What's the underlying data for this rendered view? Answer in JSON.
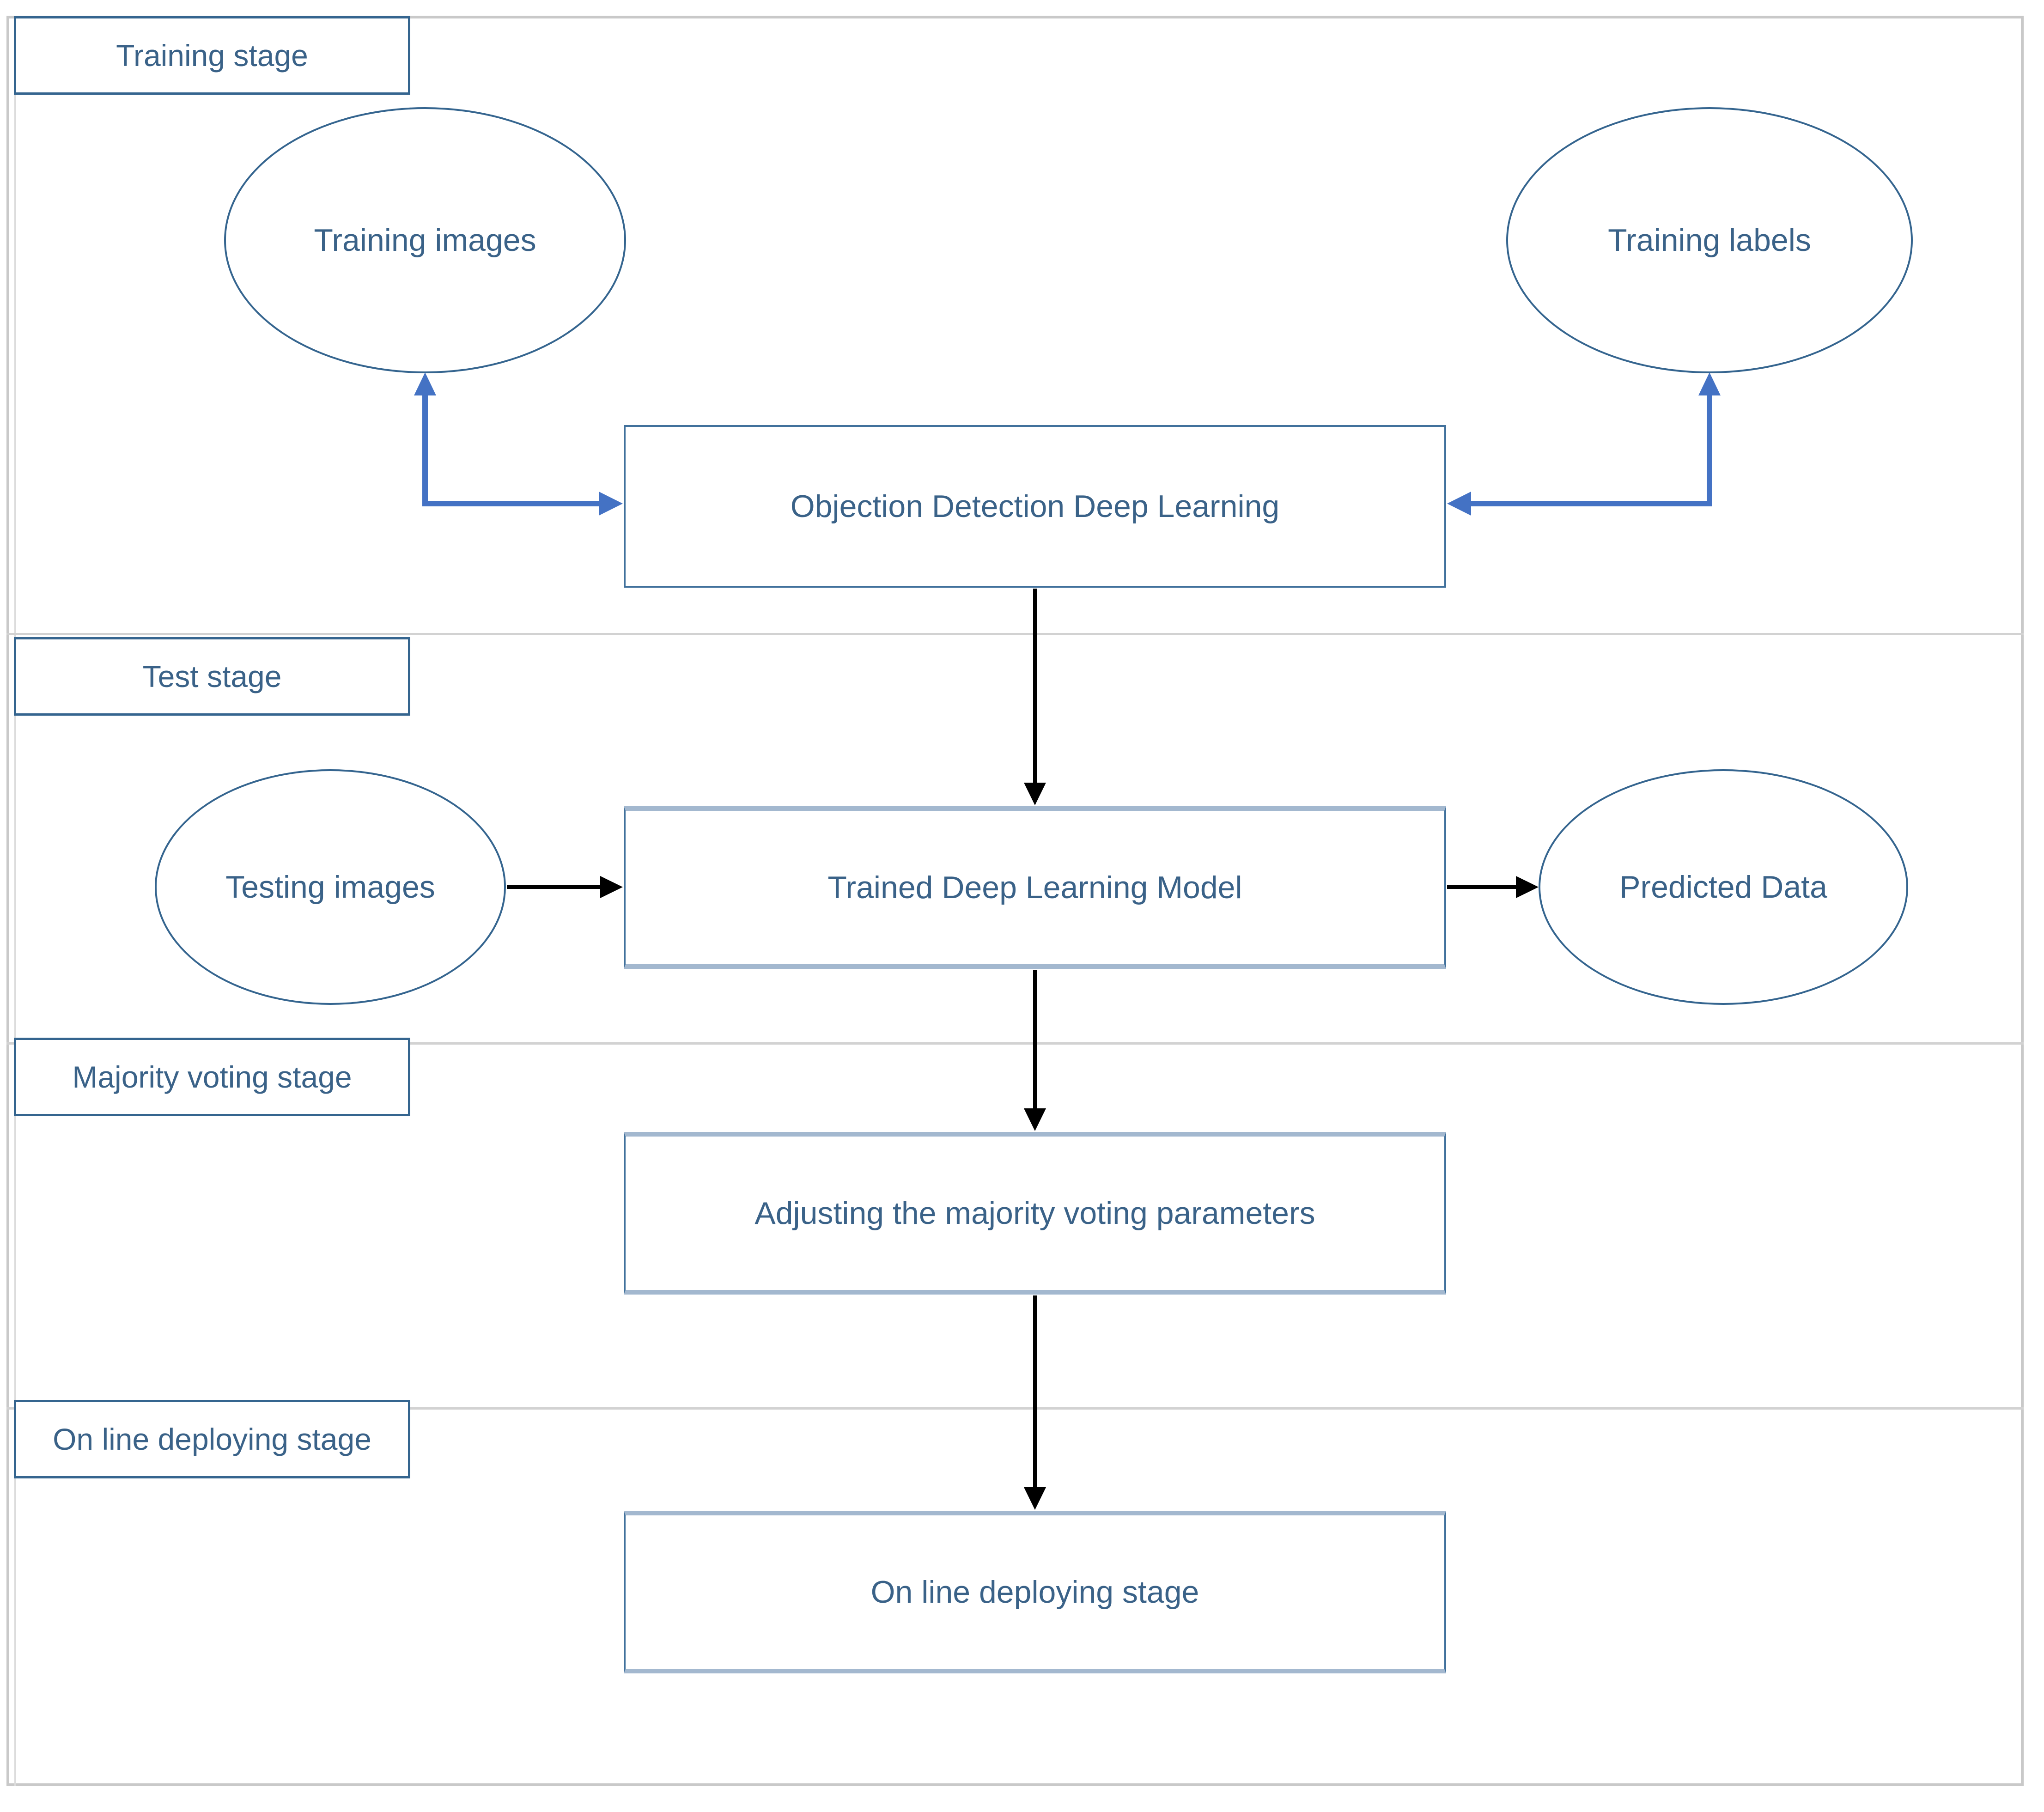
{
  "diagram": {
    "type": "flowchart",
    "palette": {
      "accent_blue_arrow": "#4472C4",
      "shape_border_blue": "#41719C",
      "stage_border_blue": "#35658F",
      "text_blue": "#3A6288",
      "frame_gray": "#C9C9C9",
      "divider_gray": "#D2D2D2",
      "black_arrow": "#000000",
      "background": "#FFFFFF"
    },
    "stages": [
      {
        "id": "training",
        "label": "Training stage"
      },
      {
        "id": "test",
        "label": "Test stage"
      },
      {
        "id": "majority",
        "label": "Majority voting stage"
      },
      {
        "id": "deploy",
        "label": "On line deploying stage"
      }
    ],
    "nodes": {
      "training_images": {
        "label": "Training images",
        "shape": "ellipse",
        "stage": "training"
      },
      "training_labels": {
        "label": "Training labels",
        "shape": "ellipse",
        "stage": "training"
      },
      "objection_detection": {
        "label": "Objection Detection Deep Learning",
        "shape": "rect",
        "stage": "training"
      },
      "testing_images": {
        "label": "Testing images",
        "shape": "ellipse",
        "stage": "test"
      },
      "trained_model": {
        "label": "Trained Deep Learning Model",
        "shape": "rect",
        "stage": "test"
      },
      "predicted_data": {
        "label": "Predicted Data",
        "shape": "ellipse",
        "stage": "test"
      },
      "adjusting_params": {
        "label": "Adjusting the majority voting parameters",
        "shape": "rect",
        "stage": "majority"
      },
      "online_deploy": {
        "label": "On line deploying stage",
        "shape": "rect",
        "stage": "deploy"
      }
    },
    "connectors": [
      {
        "from": "training_images",
        "to": "objection_detection",
        "color": "#4472C4",
        "style": "elbow",
        "heads": [
          "up-into-ellipse",
          "right-into-rect"
        ]
      },
      {
        "from": "training_labels",
        "to": "objection_detection",
        "color": "#4472C4",
        "style": "elbow",
        "heads": [
          "up-into-ellipse",
          "left-into-rect"
        ]
      },
      {
        "from": "objection_detection",
        "to": "trained_model",
        "color": "#000000",
        "style": "straight-down"
      },
      {
        "from": "testing_images",
        "to": "trained_model",
        "color": "#000000",
        "style": "straight-right"
      },
      {
        "from": "trained_model",
        "to": "predicted_data",
        "color": "#000000",
        "style": "straight-right"
      },
      {
        "from": "trained_model",
        "to": "adjusting_params",
        "color": "#000000",
        "style": "straight-down"
      },
      {
        "from": "adjusting_params",
        "to": "online_deploy",
        "color": "#000000",
        "style": "straight-down"
      }
    ]
  }
}
